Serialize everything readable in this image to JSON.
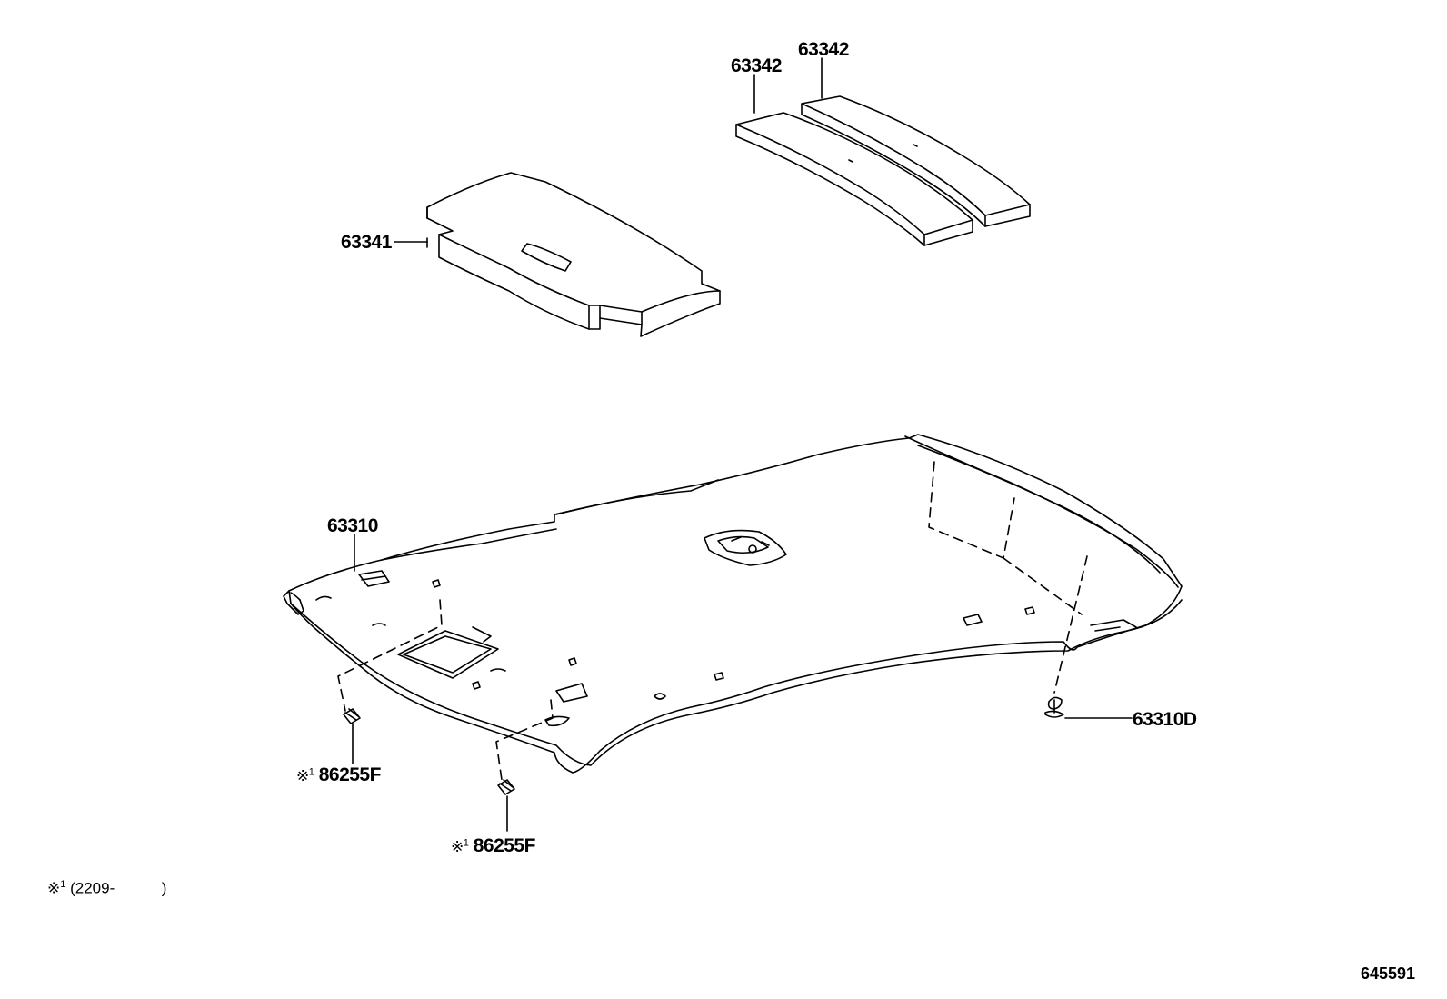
{
  "callouts": {
    "p63342_a": "63342",
    "p63342_b": "63342",
    "p63341": "63341",
    "p63310": "63310",
    "p63310d": "63310D",
    "p86255f_a": "86255F",
    "p86255f_b": "86255F"
  },
  "marks": {
    "symbol": "※",
    "index": "1"
  },
  "footnote": {
    "symbol": "※",
    "index": "1",
    "text": "(2209-",
    "close": ")"
  },
  "figure_id": "645591",
  "colors": {
    "line": "#000000",
    "background": "#ffffff"
  }
}
